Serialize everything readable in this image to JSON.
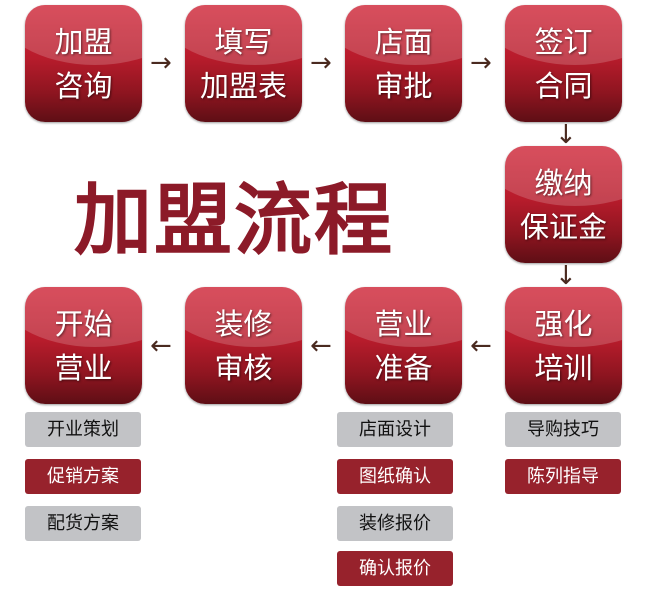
{
  "title": "加盟流程",
  "steps": [
    {
      "l1": "加盟",
      "l2": "咨询"
    },
    {
      "l1": "填写",
      "l2": "加盟表"
    },
    {
      "l1": "店面",
      "l2": "审批"
    },
    {
      "l1": "签订",
      "l2": "合同"
    },
    {
      "l1": "缴纳",
      "l2": "保证金"
    },
    {
      "l1": "强化",
      "l2": "培训"
    },
    {
      "l1": "营业",
      "l2": "准备"
    },
    {
      "l1": "装修",
      "l2": "审核"
    },
    {
      "l1": "开始",
      "l2": "营业"
    }
  ],
  "arrows": {
    "right": "→",
    "down": "↓",
    "left": "←"
  },
  "tags_open": [
    "开业策划",
    "促销方案",
    "配货方案"
  ],
  "tags_prepare": [
    "店面设计",
    "图纸确认",
    "装修报价",
    "确认报价"
  ],
  "tags_training": [
    "导购技巧",
    "陈列指导"
  ]
}
